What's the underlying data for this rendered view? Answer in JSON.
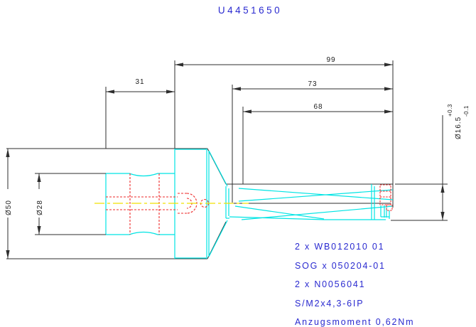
{
  "title": "U4451650",
  "drawing": {
    "dim_overall": "99",
    "dim_body": "73",
    "dim_flute": "68",
    "dim_shank": "31",
    "dia_holder": "Ø50",
    "dia_shank": "Ø28",
    "dia_tip": "Ø16.5",
    "dia_tip_tol_upper": "+0.3",
    "dia_tip_tol_lower": "-0.1"
  },
  "notes": [
    "2 x WB012010 01",
    "SOG x 050204-01",
    "2 x N0056041",
    "S/M2x4,3-6IP",
    "Anzugsmoment 0,62Nm"
  ],
  "colors": {
    "outline": "#2e2e2e",
    "tool": "#00e4e4",
    "hidden": "#ee2a2a",
    "centerline": "#f0e000",
    "annotation": "#2a2ad0",
    "background": "#ffffff"
  }
}
